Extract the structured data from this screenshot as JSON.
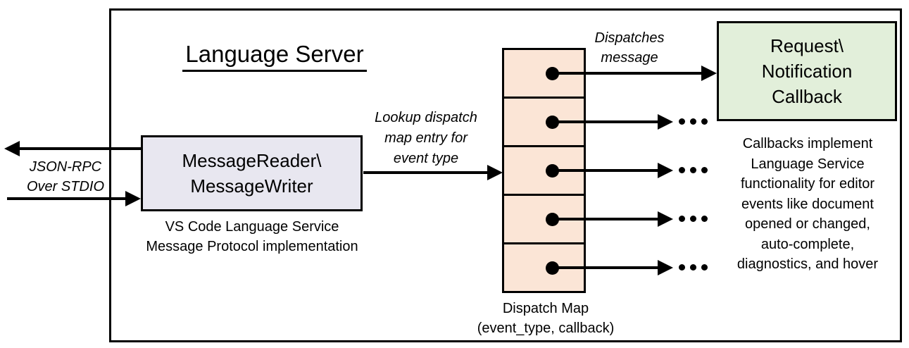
{
  "title": "Language Server",
  "reader_box": {
    "line1": "MessageReader\\",
    "line2": "MessageWriter"
  },
  "reader_caption": {
    "line1": "VS Code Language Service",
    "line2": "Message Protocol implementation"
  },
  "json_rpc_label": {
    "line1": "JSON-RPC",
    "line2": "Over STDIO"
  },
  "lookup_label": {
    "line1": "Lookup dispatch",
    "line2": "map entry for",
    "line3": "event type"
  },
  "dispatches_label": {
    "line1": "Dispatches",
    "line2": "message"
  },
  "callback_box": {
    "line1": "Request\\",
    "line2": "Notification",
    "line3": "Callback"
  },
  "callbacks_note": {
    "line1": "Callbacks implement",
    "line2": "Language Service",
    "line3": "functionality for editor",
    "line4": "events like document",
    "line5": "opened or changed,",
    "line6": "auto-complete,",
    "line7": "diagnostics, and hover"
  },
  "dispatch_map": {
    "cell_count": 5,
    "label_line1": "Dispatch Map",
    "label_line2": "(event_type, callback)"
  },
  "icons": {
    "dispatch_dot": "filled-circle",
    "ellipsis": "three-dots"
  },
  "colors": {
    "stroke": "#000000",
    "reader_fill": "#e8e7f0",
    "map_cell_fill": "#fbe5d6",
    "callback_fill": "#e2efda",
    "background": "#ffffff"
  }
}
